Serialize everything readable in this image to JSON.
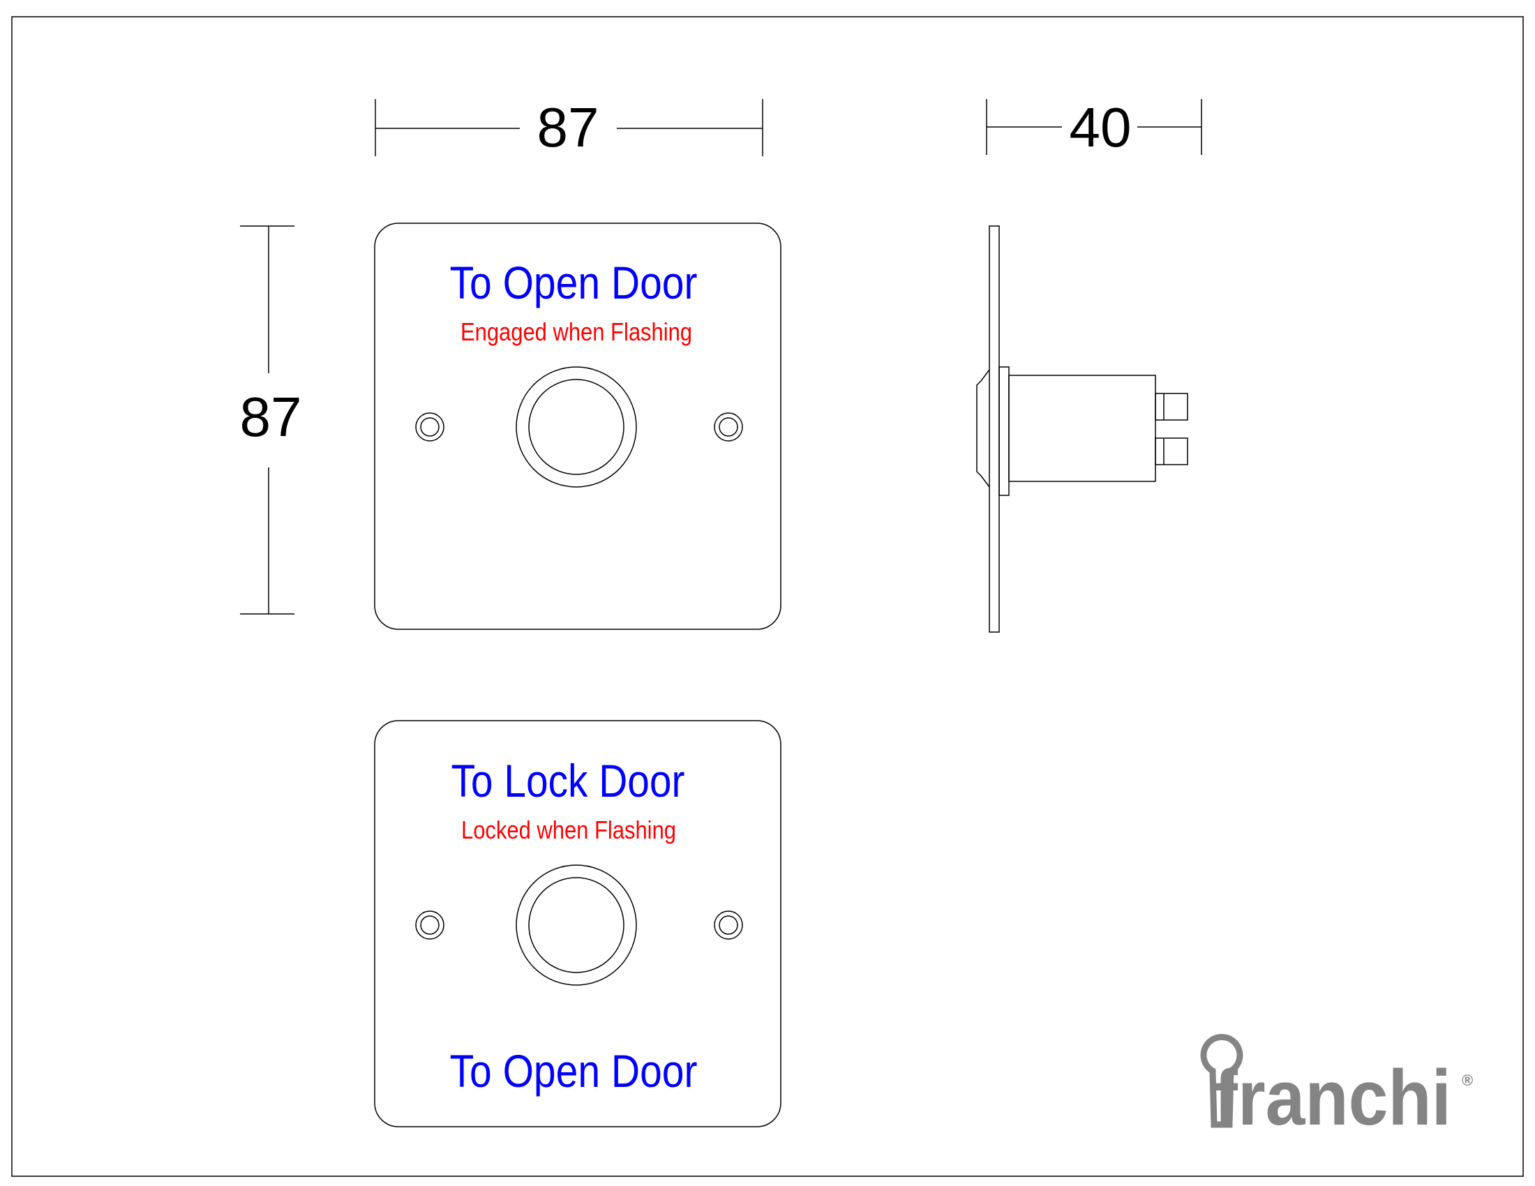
{
  "dimensions": {
    "width_label": "87",
    "height_label": "87",
    "depth_label": "40"
  },
  "plate_top": {
    "main_text": "To Open Door",
    "sub_text": "Engaged when Flashing"
  },
  "plate_bottom": {
    "main_text": "To Lock Door",
    "sub_text": "Locked when Flashing",
    "bottom_text": "To Open Door"
  },
  "logo": {
    "text": "franchi",
    "registered": "®"
  },
  "colors": {
    "main_text": "#0000ff",
    "sub_text": "#ff0000",
    "logo": "#848484",
    "lines": "#000000"
  }
}
